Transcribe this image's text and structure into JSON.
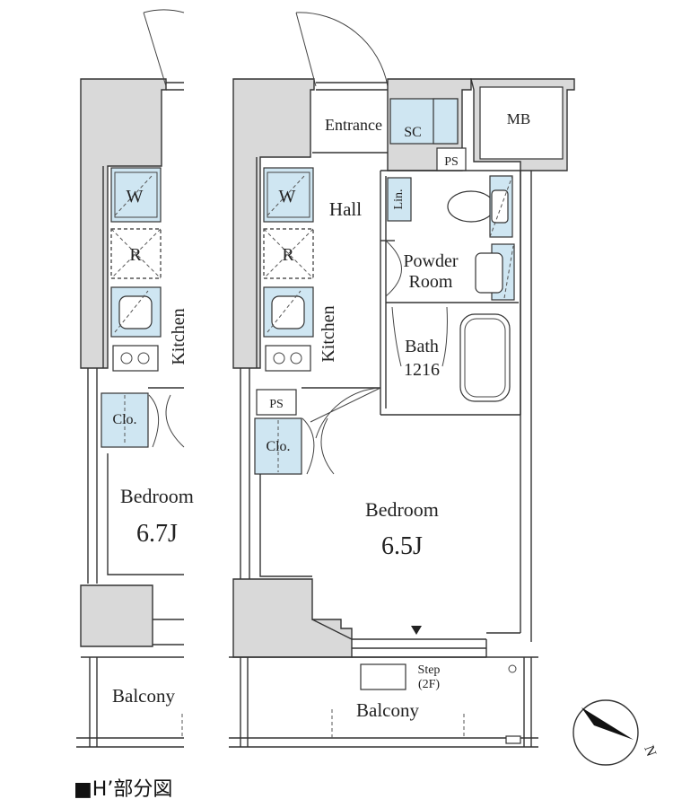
{
  "left_unit": {
    "w": "W",
    "r": "R",
    "kitchen": "Kitchen",
    "closet": "Clo.",
    "bedroom": "Bedroom",
    "bedroom_size": "6.7J",
    "balcony": "Balcony"
  },
  "main_unit": {
    "entrance": "Entrance",
    "sc": "SC",
    "mb": "MB",
    "ps_top": "PS",
    "hall": "Hall",
    "w": "W",
    "r": "R",
    "kitchen": "Kitchen",
    "linen": "Lin.",
    "powder_line1": "Powder",
    "powder_line2": "Room",
    "bath_line1": "Bath",
    "bath_line2": "1216",
    "ps_mid": "PS",
    "closet": "Clo.",
    "bedroom": "Bedroom",
    "bedroom_size": "6.5J",
    "step_line1": "Step",
    "step_line2": "(2F)",
    "balcony": "Balcony"
  },
  "compass": {
    "label": "N"
  },
  "caption": "■H’部分図"
}
